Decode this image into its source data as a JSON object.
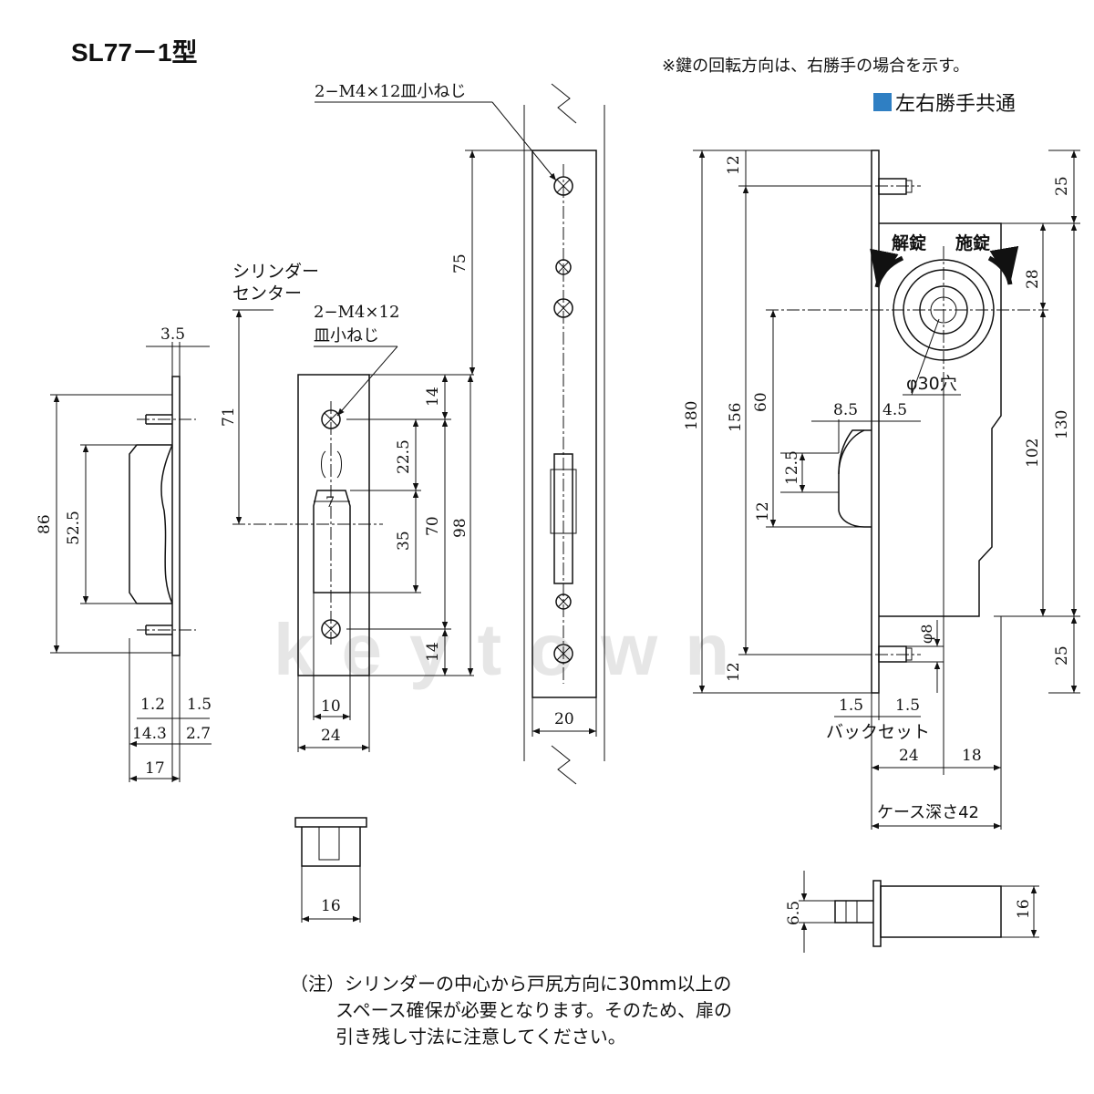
{
  "title": "SL77－1型",
  "note_top": "※鍵の回転方向は、右勝手の場合を示す。",
  "common_label": "左右勝手共通",
  "accent_color": "#2f7fc3",
  "watermark": "keytown",
  "footnote": {
    "prefix": "（注）",
    "line1": "シリンダーの中心から戸尻方向に30mm以上の",
    "line2": "スペース確保が必要となります。そのため、扉の",
    "line3": "引き残し寸法に注意してください。"
  },
  "labels": {
    "screws_top": "2−M4×12皿小ねじ",
    "screws_mid_1": "2−M4×12",
    "screws_mid_2": "皿小ねじ",
    "cyl_center_1": "シリンダー",
    "cyl_center_2": "センター",
    "unlock": "解錠",
    "lock": "施錠",
    "hole": "φ30穴",
    "backset": "バックセット",
    "case_depth": "ケース深さ42",
    "phi8": "φ8"
  },
  "dims": {
    "d3_5": "3.5",
    "d86": "86",
    "d52_5": "52.5",
    "d1_2": "1.2",
    "d1_5a": "1.5",
    "d14_3": "14.3",
    "d2_7": "2.7",
    "d17": "17",
    "d71": "71",
    "d14a": "14",
    "d22_5": "22.5",
    "d7": "7",
    "d35": "35",
    "d70": "70",
    "d98": "98",
    "d14b": "14",
    "d10": "10",
    "d24a": "24",
    "d16a": "16",
    "d75": "75",
    "d20": "20",
    "d12a": "12",
    "d180": "180",
    "d156": "156",
    "d60": "60",
    "d8_5": "8.5",
    "d4_5": "4.5",
    "d12_5": "12.5",
    "d12b": "12",
    "d12c": "12",
    "d1_5b": "1.5",
    "d1_5c": "1.5",
    "d24b": "24",
    "d18": "18",
    "d25a": "25",
    "d28": "28",
    "d130": "130",
    "d102": "102",
    "d25b": "25",
    "d6_5": "6.5",
    "d16b": "16"
  }
}
